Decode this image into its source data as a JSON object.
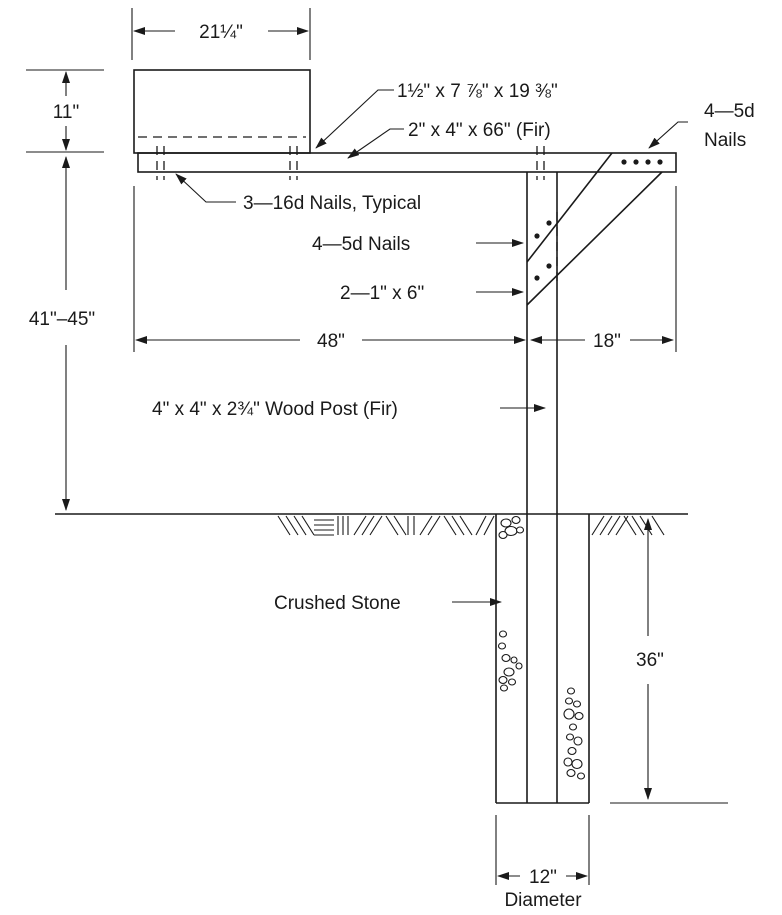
{
  "dimensions": {
    "box_width": "21¼\"",
    "box_height": "11\"",
    "post_height": "41\"–45\"",
    "arm_left": "48\"",
    "arm_right": "18\"",
    "buried_depth": "36\"",
    "hole_diameter_value": "12\"",
    "hole_diameter_word": "Diameter"
  },
  "labels": {
    "box_board": "1½\" x 7 ⅞\" x 19 ⅜\"",
    "arm": "2\" x 4\" x 66\" (Fir)",
    "top_nails_count": "4—5d",
    "top_nails_word": "Nails",
    "typical_nails": "3—16d Nails, Typical",
    "brace_nails": "4—5d Nails",
    "brace": "2—1\" x 6\"",
    "post": "4\" x 4\" x 2¾\"  Wood Post (Fir)",
    "stone": "Crushed Stone"
  },
  "colors": {
    "ink": "#1a1a1a",
    "paper": "#ffffff"
  }
}
